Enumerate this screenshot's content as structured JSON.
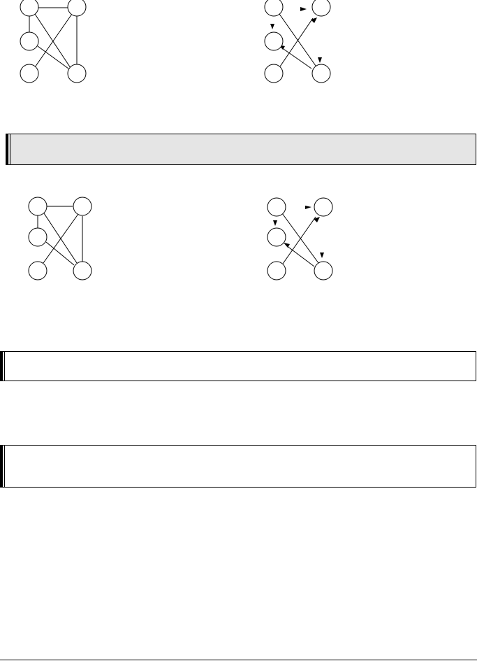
{
  "colors": {
    "stroke": "#000000",
    "node_fill": "#ffffff",
    "shaded_box": "#e5e5e5"
  },
  "diagrams": [
    {
      "name": "undirected-graph-top",
      "kind": "undirected",
      "nodes": [
        "n1",
        "n2",
        "n3",
        "n4",
        "n5"
      ],
      "edges": [
        [
          "n1",
          "n2"
        ],
        [
          "n1",
          "n3"
        ],
        [
          "n1",
          "n5"
        ],
        [
          "n2",
          "n4"
        ],
        [
          "n2",
          "n5"
        ],
        [
          "n3",
          "n5"
        ]
      ]
    },
    {
      "name": "directed-graph-top",
      "kind": "directed",
      "nodes": [
        "n1",
        "n2",
        "n3",
        "n4",
        "n5"
      ],
      "edges": [
        [
          "n1",
          "n5"
        ],
        [
          "n4",
          "n2"
        ],
        [
          "n5",
          "n3"
        ]
      ],
      "arrowheads": 5
    },
    {
      "name": "undirected-graph-bottom",
      "kind": "undirected",
      "nodes": [
        "n1",
        "n2",
        "n3",
        "n4",
        "n5"
      ],
      "edges": [
        [
          "n1",
          "n2"
        ],
        [
          "n1",
          "n3"
        ],
        [
          "n1",
          "n5"
        ],
        [
          "n2",
          "n4"
        ],
        [
          "n2",
          "n5"
        ],
        [
          "n3",
          "n5"
        ]
      ]
    },
    {
      "name": "directed-graph-bottom",
      "kind": "directed",
      "nodes": [
        "n1",
        "n2",
        "n3",
        "n4",
        "n5"
      ],
      "edges": [
        [
          "n1",
          "n5"
        ],
        [
          "n4",
          "n2"
        ],
        [
          "n5",
          "n3"
        ]
      ],
      "arrowheads": 5
    }
  ],
  "boxes": [
    "shaded-box",
    "empty-box-1",
    "empty-box-2"
  ]
}
